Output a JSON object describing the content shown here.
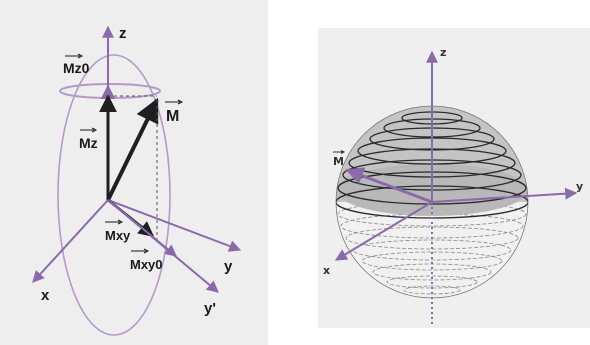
{
  "colors": {
    "axis": "#8a6aaa",
    "ring": "#b49ac6",
    "vector_dark": "#1f1f1f",
    "scan_bg": "#eeeeee",
    "sphere_top": "#bdbdbd",
    "sphere_band": "#b5b5b5",
    "sphere_bottom": "#eeeeee",
    "helix": "#2a2a2a"
  },
  "left": {
    "labels": {
      "z": "z",
      "m": "M",
      "mz0": "Mz0",
      "mz": "Mz",
      "mxy": "Mxy",
      "mxy0": "Mxy0",
      "y": "y",
      "y_prime": "y'",
      "x": "x"
    }
  },
  "right": {
    "labels": {
      "z": "z",
      "y": "y",
      "x": "x",
      "m": "M"
    }
  }
}
